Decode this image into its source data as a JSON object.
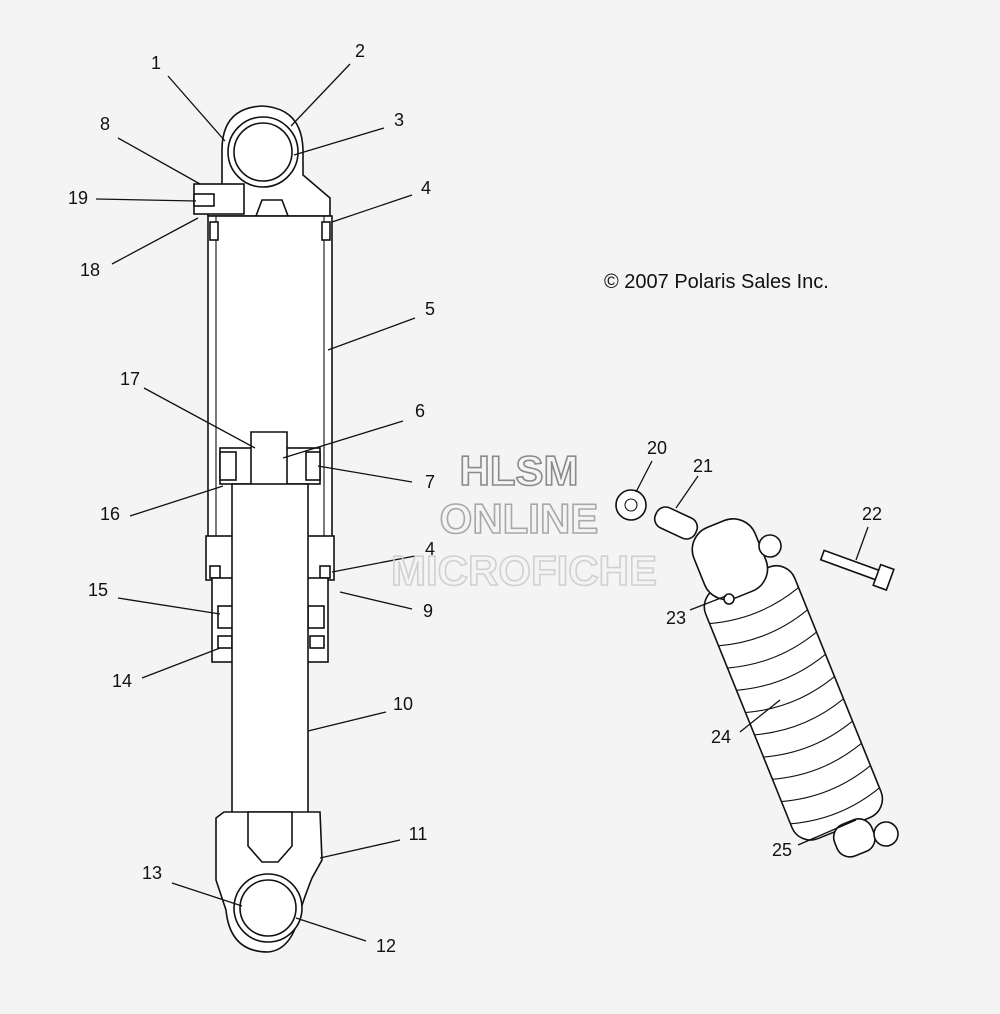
{
  "copyright": "© 2007 Polaris Sales Inc.",
  "watermark": {
    "line1": "HLSM",
    "line2": "ONLINE",
    "line3": "MICROFICHE"
  },
  "callouts": [
    {
      "n": "1"
    },
    {
      "n": "2"
    },
    {
      "n": "3"
    },
    {
      "n": "8"
    },
    {
      "n": "19"
    },
    {
      "n": "4"
    },
    {
      "n": "18"
    },
    {
      "n": "5"
    },
    {
      "n": "17"
    },
    {
      "n": "6"
    },
    {
      "n": "7"
    },
    {
      "n": "16"
    },
    {
      "n": "4"
    },
    {
      "n": "15"
    },
    {
      "n": "9"
    },
    {
      "n": "14"
    },
    {
      "n": "10"
    },
    {
      "n": "11"
    },
    {
      "n": "13"
    },
    {
      "n": "12"
    },
    {
      "n": "20"
    },
    {
      "n": "21"
    },
    {
      "n": "22"
    },
    {
      "n": "23"
    },
    {
      "n": "24"
    },
    {
      "n": "25"
    }
  ]
}
